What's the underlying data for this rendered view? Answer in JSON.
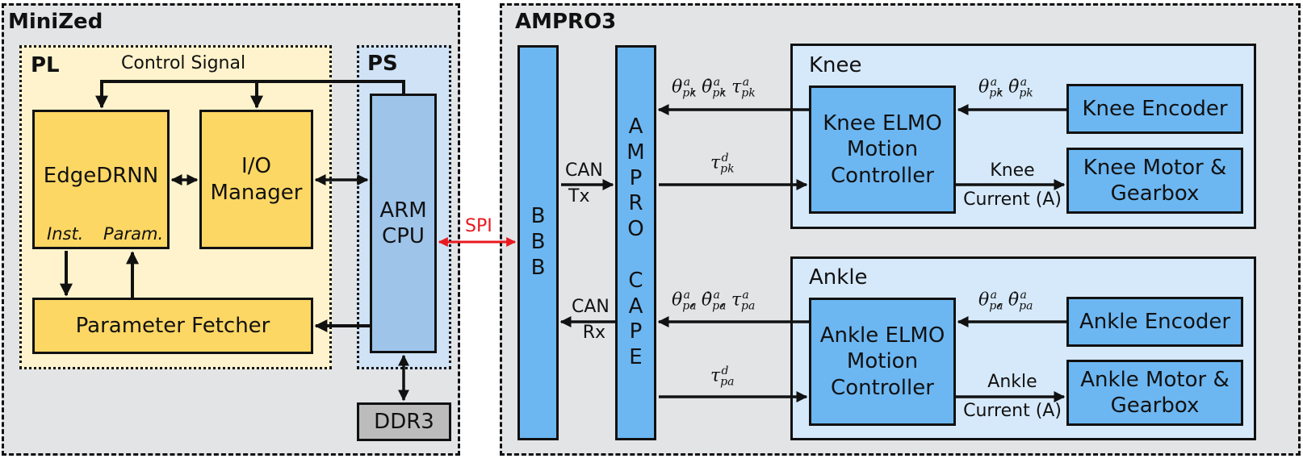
{
  "minized": {
    "title": "MiniZed",
    "pl": {
      "title": "PL",
      "control_signal": "Control Signal"
    },
    "ps": {
      "title": "PS"
    },
    "edgedrnn": {
      "label": "EdgeDRNN",
      "inst": "Inst.",
      "param": "Param."
    },
    "io_manager": {
      "line1": "I/O",
      "line2": "Manager"
    },
    "arm_cpu": {
      "line1": "ARM",
      "line2": "CPU"
    },
    "parameter_fetcher": "Parameter Fetcher",
    "ddr3": "DDR3"
  },
  "spi_label": "SPI",
  "ampro3": {
    "title": "AMPRO3",
    "bbb_letters": [
      "B",
      "B",
      "B"
    ],
    "cape_letters": [
      "A",
      "M",
      "P",
      "R",
      "O",
      "",
      "C",
      "A",
      "P",
      "E"
    ],
    "can_tx": {
      "line1": "CAN",
      "line2": "Tx"
    },
    "can_rx": {
      "line1": "CAN",
      "line2": "Rx"
    },
    "knee": {
      "title": "Knee",
      "elmo": {
        "line1": "Knee ELMO",
        "line2": "Motion",
        "line3": "Controller"
      },
      "encoder": "Knee Encoder",
      "motor": {
        "line1": "Knee Motor &",
        "line2": "Gearbox"
      },
      "current": {
        "line1": "Knee",
        "line2": "Current (A)"
      },
      "sub": "pk"
    },
    "ankle": {
      "title": "Ankle",
      "elmo": {
        "line1": "Ankle ELMO",
        "line2": "Motion",
        "line3": "Controller"
      },
      "encoder": "Ankle Encoder",
      "motor": {
        "line1": "Ankle Motor &",
        "line2": "Gearbox"
      },
      "current": {
        "line1": "Ankle",
        "line2": "Current (A)"
      },
      "sub": "pa"
    },
    "symbols": {
      "theta": "θ",
      "theta_dot": "θ̇",
      "tau": "τ",
      "sup_a": "a",
      "sup_d": "d",
      "sep": ", "
    }
  },
  "colors": {
    "yellow": "#fdd764",
    "blue": "#6cb7f2",
    "cpu": "#9ec4ea",
    "spi": "#e8191f"
  }
}
